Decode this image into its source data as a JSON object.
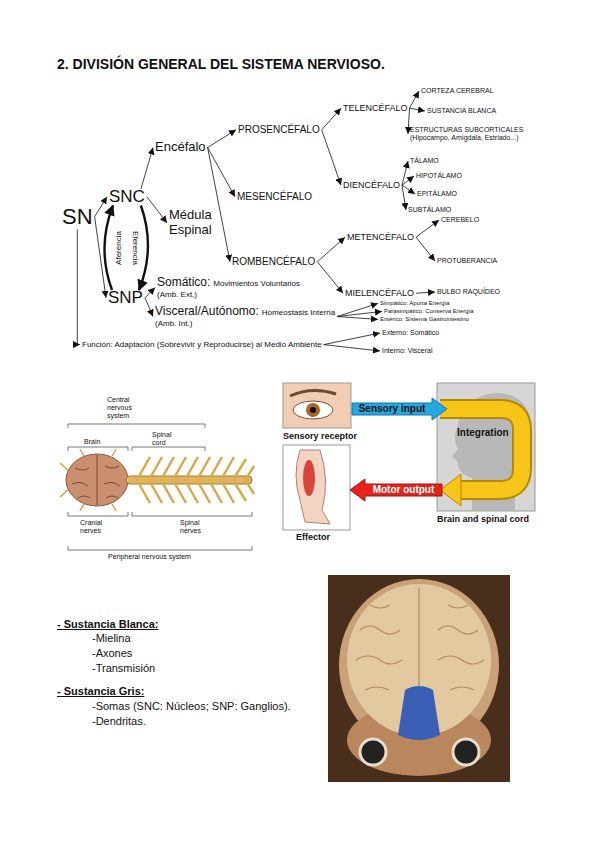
{
  "diagram": {
    "title": "2. DIVISIÓN GENERAL DEL SISTEMA NERVIOSO.",
    "nodes": [
      {
        "text": [
          "SN"
        ]
      },
      {
        "text": [
          "SNC"
        ]
      },
      {
        "text": [
          "SNP"
        ]
      },
      {
        "text": [
          "Encéfalo"
        ]
      },
      {
        "text": [
          "Médula Espinal"
        ]
      },
      {
        "text": [
          "PROSENCÉFALO"
        ]
      },
      {
        "text": [
          "MESENCÉFALO"
        ]
      },
      {
        "text": [
          "ROMBENCÉFALO"
        ]
      },
      {
        "text": [
          "TELENCÉFALO"
        ]
      },
      {
        "text": [
          "DIENCÉFALO"
        ]
      },
      {
        "text": [
          "CORTEZA CEREBRAL"
        ]
      },
      {
        "text": [
          "SUSTANCIA BLANCA"
        ]
      },
      {
        "text": [
          "ESTRUCTURAS SUBCORTICALES (Hipocampo, Amígdala, Estriado...)"
        ]
      },
      {
        "text": [
          "TÁLAMO"
        ]
      },
      {
        "text": [
          "HIPOTÁLAMO"
        ]
      },
      {
        "text": [
          "EPITÁLAMO"
        ]
      },
      {
        "text": [
          "SUBTÁLAMO"
        ]
      },
      {
        "text": [
          "METENCÉFALO"
        ]
      },
      {
        "text": [
          "CEREBELO"
        ]
      },
      {
        "text": [
          "PROTUBERANCIA"
        ]
      },
      {
        "text": [
          "MIELENCÉFALO"
        ]
      },
      {
        "text": [
          "BULBO RAQUÍDEO"
        ]
      },
      {
        "text": [
          "Somático:",
          "Movimientos Voluntarios",
          "(Amb. Ext.)"
        ]
      },
      {
        "text": [
          "Visceral/Autónomo:",
          "Homeostasis Interna",
          "(Amb. Int.)"
        ]
      },
      {
        "text": [
          "Simpático: Aporta Energía"
        ]
      },
      {
        "text": [
          "Parasimpático: Conserva Energía"
        ]
      },
      {
        "text": [
          "Entérico: Sistema Gastrointestino"
        ]
      },
      {
        "text": [
          "Función: Adaptación (Sobrevivir y Reproducirse) al Medio Ambiente"
        ]
      },
      {
        "text": [
          "Externo: Somático"
        ]
      },
      {
        "text": [
          "Interno: Visceral"
        ]
      },
      {
        "text": [
          "Sensory input"
        ]
      },
      {
        "text": [
          "Motor output"
        ]
      }
    ],
    "edges": [
      {
        "from": 0,
        "to": 1,
        "arrow": "to"
      },
      {
        "from": 0,
        "to": 2,
        "arrow": "to"
      },
      {
        "from": 2,
        "to": 1,
        "label": "Aferencia",
        "arrow": "to"
      },
      {
        "from": 1,
        "to": 2,
        "label": "Eferencia",
        "arrow": "to"
      },
      {
        "from": 1,
        "to": 3,
        "arrow": "to"
      },
      {
        "from": 1,
        "to": 4,
        "arrow": "to"
      },
      {
        "from": 3,
        "to": 5,
        "arrow": "to"
      },
      {
        "from": 3,
        "to": 6,
        "arrow": "to"
      },
      {
        "from": 3,
        "to": 7,
        "arrow": "to"
      },
      {
        "from": 5,
        "to": 8,
        "arrow": "to"
      },
      {
        "from": 5,
        "to": 9,
        "arrow": "to"
      },
      {
        "from": 8,
        "to": 10,
        "arrow": "to"
      },
      {
        "from": 8,
        "to": 11,
        "arrow": "to"
      },
      {
        "from": 8,
        "to": 12,
        "arrow": "to"
      },
      {
        "from": 9,
        "to": 13,
        "arrow": "to"
      },
      {
        "from": 9,
        "to": 14,
        "arrow": "to"
      },
      {
        "from": 9,
        "to": 15,
        "arrow": "to"
      },
      {
        "from": 9,
        "to": 16,
        "arrow": "to"
      },
      {
        "from": 7,
        "to": 17,
        "arrow": "to"
      },
      {
        "from": 7,
        "to": 20,
        "arrow": "to"
      },
      {
        "from": 17,
        "to": 18,
        "arrow": "to"
      },
      {
        "from": 17,
        "to": 19,
        "arrow": "to"
      },
      {
        "from": 20,
        "to": 21,
        "arrow": "to"
      },
      {
        "from": 2,
        "to": 22,
        "arrow": "to"
      },
      {
        "from": 2,
        "to": 23,
        "arrow": "to"
      },
      {
        "from": 23,
        "to": 24,
        "arrow": "to"
      },
      {
        "from": 23,
        "to": 25,
        "arrow": "to"
      },
      {
        "from": 23,
        "to": 26,
        "arrow": "to"
      },
      {
        "from": 0,
        "to": 27,
        "arrow": "to"
      },
      {
        "from": 27,
        "to": 28,
        "arrow": "to"
      },
      {
        "from": 27,
        "to": 29,
        "arrow": "to"
      }
    ],
    "labels": [
      "Central nervous system",
      "Brain",
      "Spinal cord",
      "Cranial nerves",
      "Spinal nerves",
      "Peripheral nervous system",
      "Sensory receptor",
      "Integration",
      "Brain and spinal cord",
      "Effector",
      "- Sustancia Blanca:",
      "-Mielina",
      "-Axones",
      "-Transmisión",
      "- Sustancia Gris:",
      "-Somas (SNC: Núcleos; SNP: Ganglios).",
      "-Dendritas."
    ]
  }
}
